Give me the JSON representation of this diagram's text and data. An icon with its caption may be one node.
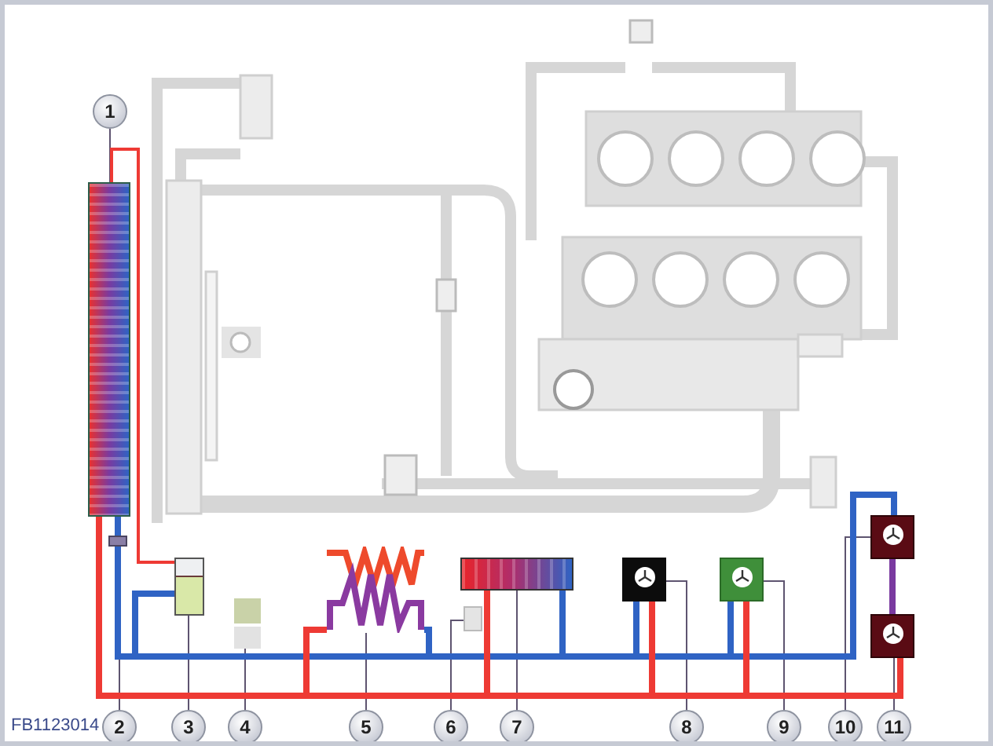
{
  "diagram": {
    "nodes": [
      {
        "text": [
          "1"
        ]
      },
      {
        "text": [
          "2"
        ]
      },
      {
        "text": [
          "3"
        ]
      },
      {
        "text": [
          "4"
        ]
      },
      {
        "text": [
          "5"
        ]
      },
      {
        "text": [
          "6"
        ]
      },
      {
        "text": [
          "7"
        ]
      },
      {
        "text": [
          "8"
        ]
      },
      {
        "text": [
          "9"
        ]
      },
      {
        "text": [
          "10"
        ]
      },
      {
        "text": [
          "11"
        ]
      },
      {
        "text": [],
        "shape": "box"
      },
      {
        "text": [],
        "shape": "box"
      },
      {
        "text": [],
        "shape": "box"
      },
      {
        "text": [],
        "shape": "box"
      },
      {
        "text": [],
        "shape": "box"
      },
      {
        "text": [],
        "shape": "box"
      },
      {
        "text": [],
        "shape": "box"
      },
      {
        "text": [],
        "shape": "box"
      },
      {
        "text": [],
        "shape": "box"
      },
      {
        "text": [],
        "shape": "box"
      },
      {
        "text": [],
        "shape": "box"
      }
    ],
    "edges": [
      {
        "from": 0,
        "to": 11,
        "arrow": "none"
      },
      {
        "from": 1,
        "to": 12,
        "arrow": "none"
      },
      {
        "from": 2,
        "to": 13,
        "arrow": "none"
      },
      {
        "from": 3,
        "to": 14,
        "arrow": "none"
      },
      {
        "from": 4,
        "to": 15,
        "arrow": "none"
      },
      {
        "from": 5,
        "to": 16,
        "arrow": "none"
      },
      {
        "from": 6,
        "to": 17,
        "arrow": "none"
      },
      {
        "from": 7,
        "to": 18,
        "arrow": "none"
      },
      {
        "from": 8,
        "to": 19,
        "arrow": "none"
      },
      {
        "from": 9,
        "to": 20,
        "arrow": "none"
      },
      {
        "from": 10,
        "to": 21,
        "arrow": "none"
      },
      {
        "from": 11,
        "to": 20,
        "arrow": "none",
        "style": "thick",
        "color": "#2f63c4"
      },
      {
        "from": 21,
        "to": 11,
        "arrow": "none",
        "style": "thick",
        "color": "#ee3a34"
      },
      {
        "from": 11,
        "to": 13,
        "arrow": "none",
        "color": "#ee3a34"
      },
      {
        "from": 20,
        "to": 21,
        "arrow": "none",
        "style": "thick",
        "color": "#7a3aa0"
      },
      {
        "from": 13,
        "to": 20,
        "arrow": "none",
        "style": "thick",
        "color": "#2f63c4"
      },
      {
        "from": 15,
        "to": 20,
        "arrow": "none",
        "style": "thick",
        "color": "#2f63c4"
      },
      {
        "from": 17,
        "to": 20,
        "arrow": "none",
        "style": "thick",
        "color": "#2f63c4"
      },
      {
        "from": 18,
        "to": 20,
        "arrow": "none",
        "style": "thick",
        "color": "#2f63c4"
      },
      {
        "from": 19,
        "to": 20,
        "arrow": "none",
        "style": "thick",
        "color": "#2f63c4"
      },
      {
        "from": 15,
        "to": 21,
        "arrow": "none",
        "style": "thick",
        "color": "#ee3a34"
      },
      {
        "from": 17,
        "to": 21,
        "arrow": "none",
        "style": "thick",
        "color": "#ee3a34"
      },
      {
        "from": 18,
        "to": 21,
        "arrow": "none",
        "style": "thick",
        "color": "#ee3a34"
      },
      {
        "from": 19,
        "to": 21,
        "arrow": "none",
        "style": "thick",
        "color": "#ee3a34"
      }
    ],
    "labels": [
      "FB1123014"
    ]
  }
}
